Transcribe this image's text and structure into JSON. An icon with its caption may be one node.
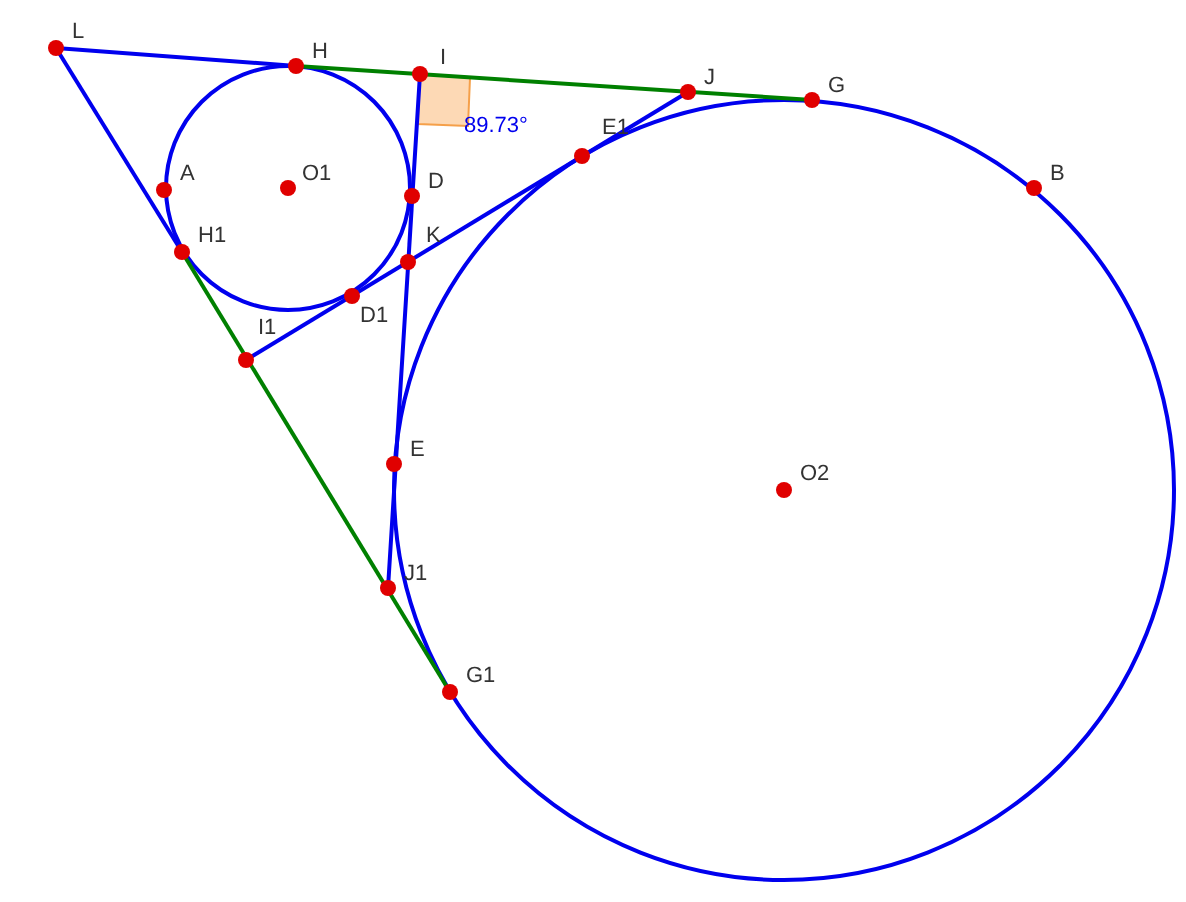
{
  "diagram": {
    "labels": [
      "L",
      "H",
      "I",
      "J",
      "G",
      "89.73°",
      "E1",
      "A",
      "O1",
      "B",
      "D",
      "H1",
      "K",
      "D1",
      "I1",
      "E",
      "O2",
      "J1",
      "G1"
    ]
  }
}
